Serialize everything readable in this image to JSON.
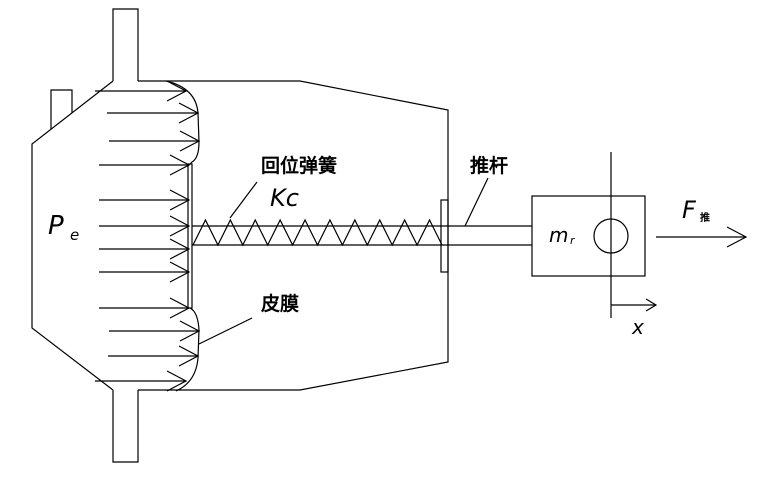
{
  "diagram": {
    "title": "",
    "labels": {
      "pressure": "P",
      "pressure_sub": "e",
      "return_spring": "回位弹簧",
      "spring_constant": "Kc",
      "push_rod": "推杆",
      "diaphragm": "皮膜",
      "mass": "m",
      "mass_sub": "r",
      "force": "F",
      "force_sub": "推",
      "axis_x": "x"
    },
    "components": [
      {
        "id": "housing",
        "name": "Chamber housing"
      },
      {
        "id": "diaphragm",
        "name": "皮膜 (diaphragm)"
      },
      {
        "id": "spring",
        "name": "回位弹簧 (return spring)",
        "coils": 10
      },
      {
        "id": "push-rod",
        "name": "推杆 (push rod)"
      },
      {
        "id": "mass-block",
        "name": "m_r"
      },
      {
        "id": "force-arrow",
        "name": "F_推"
      },
      {
        "id": "x-axis",
        "name": "x"
      }
    ],
    "pressure_arrow_count": 12,
    "stroke_color": "#000000",
    "background_color": "#ffffff"
  }
}
